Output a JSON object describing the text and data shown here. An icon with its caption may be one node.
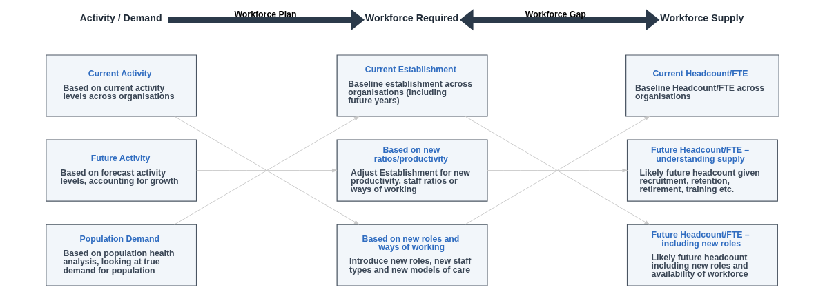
{
  "diagram": {
    "nodes": [
      {
        "text": [
          "Activity / Demand"
        ]
      },
      {
        "text": [
          "Workforce Required"
        ]
      },
      {
        "text": [
          "Workforce Supply"
        ]
      },
      {
        "text": [
          "Current Activity",
          "Based on current activity levels across organisations"
        ]
      },
      {
        "text": [
          "Future Activity",
          "Based on forecast activity levels, accounting for growth"
        ]
      },
      {
        "text": [
          "Population Demand",
          "Based on population health analysis, looking at true demand for population"
        ]
      },
      {
        "text": [
          "Current Establishment",
          "Baseline establishment across organisations (including future years)"
        ]
      },
      {
        "text": [
          "Based on new ratios/productivity",
          "Adjust Establishment for new productivity, staff ratios or ways of working"
        ]
      },
      {
        "text": [
          "Based on new roles and ways of working",
          "Introduce new roles, new staff types and new models of care"
        ]
      },
      {
        "text": [
          "Current Headcount/FTE",
          "Baseline Headcount/FTE across organisations"
        ]
      },
      {
        "text": [
          "Future Headcount/FTE – understanding supply",
          "Likely future headcount given recruitment, retention, retirement, training etc."
        ]
      },
      {
        "text": [
          "Future Headcount/FTE – including new roles",
          "Likely future headcount including new roles and availability of workforce"
        ]
      }
    ],
    "edges": [
      {
        "from": 0,
        "to": 1,
        "arrow": "to",
        "label": "Workforce Plan",
        "style": "thick",
        "color": "#2b3a4a"
      },
      {
        "from": 1,
        "to": 2,
        "arrow": "both",
        "label": "Workforce Gap",
        "style": "thick",
        "color": "#2b3a4a"
      },
      {
        "from": 3,
        "to": 8,
        "arrow": "to"
      },
      {
        "from": 4,
        "to": 7,
        "arrow": "to"
      },
      {
        "from": 5,
        "to": 6,
        "arrow": "to"
      },
      {
        "from": 6,
        "to": 11,
        "arrow": "to"
      },
      {
        "from": 7,
        "to": 10,
        "arrow": "to"
      },
      {
        "from": 8,
        "to": 9,
        "arrow": "to"
      }
    ]
  }
}
